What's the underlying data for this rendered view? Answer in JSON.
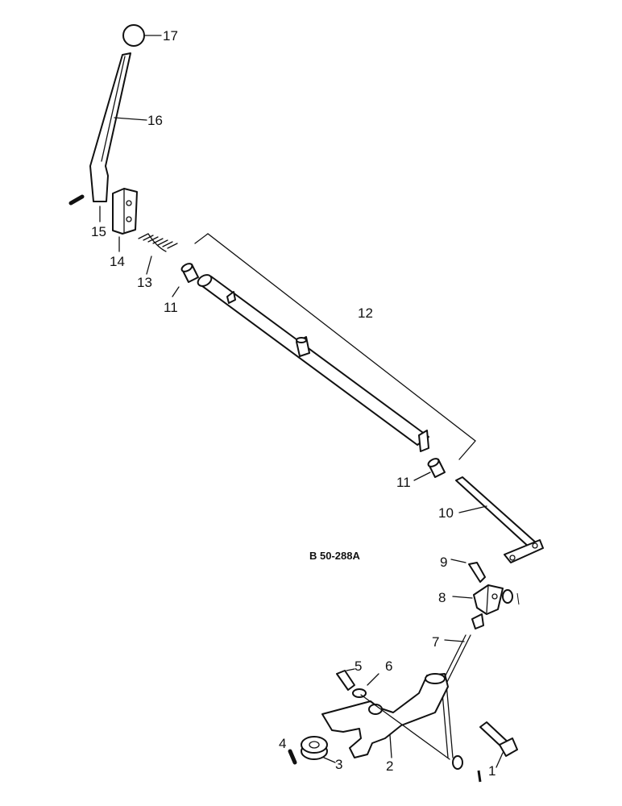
{
  "diagram_code": "B 50-288A",
  "callouts": [
    "1",
    "2",
    "3",
    "4",
    "5",
    "6",
    "7",
    "8",
    "9",
    "10",
    "11",
    "11",
    "12",
    "13",
    "14",
    "15",
    "16",
    "17"
  ]
}
